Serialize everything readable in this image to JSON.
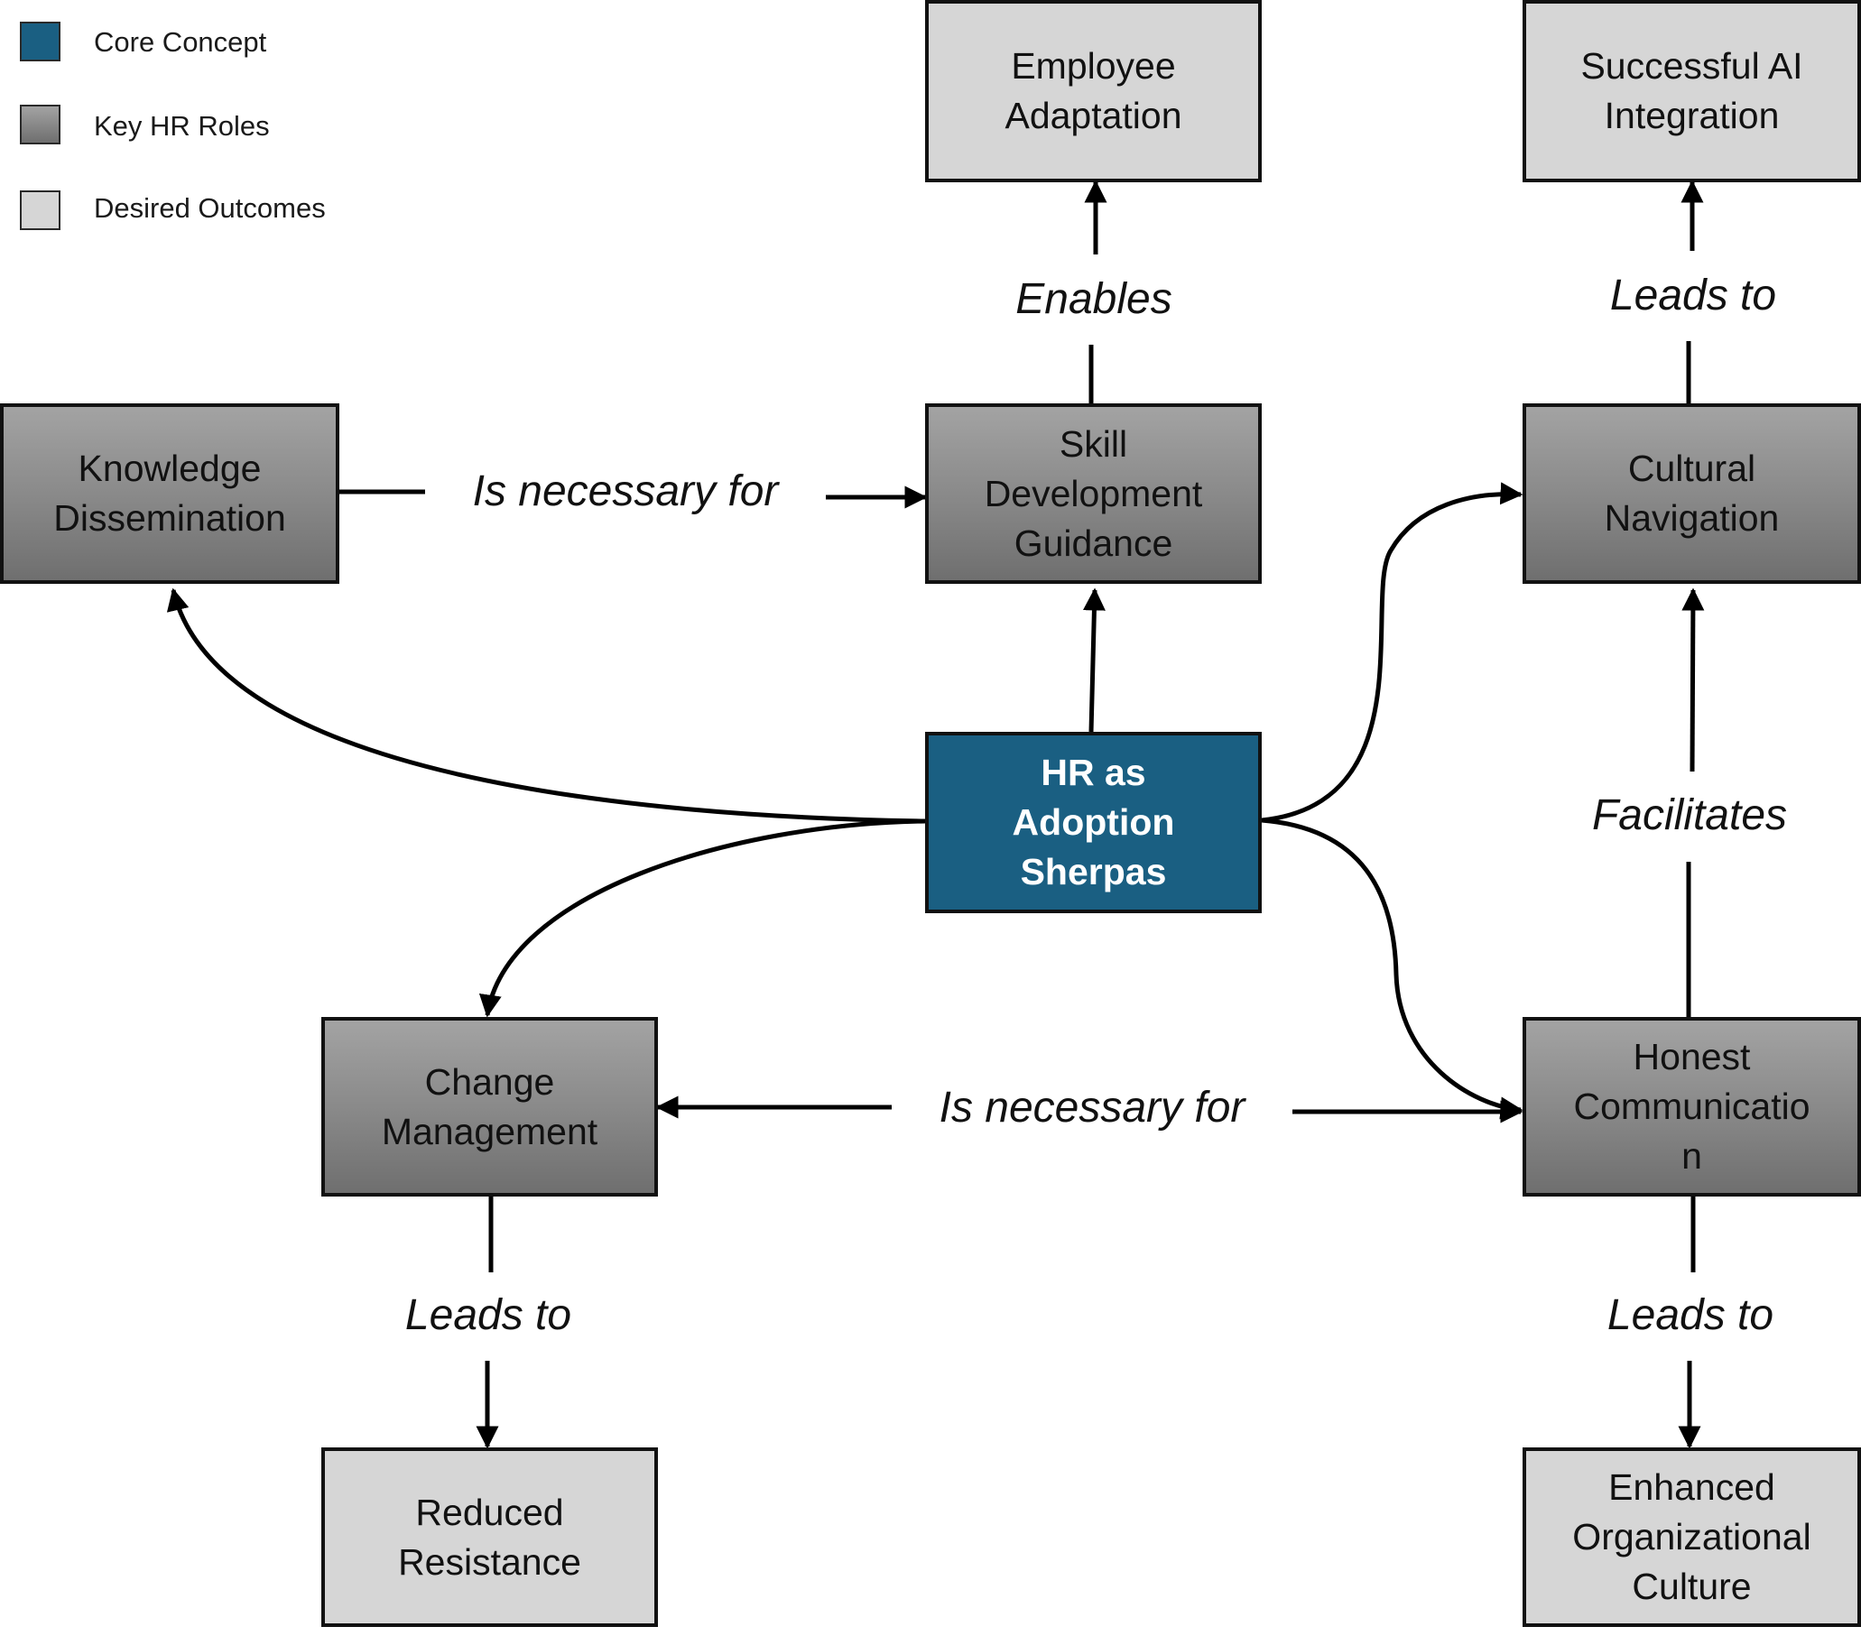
{
  "legend": [
    {
      "label": "Core Concept",
      "color": "#1a5f82"
    },
    {
      "label": "Key HR Roles",
      "color": "#8a8a8a"
    },
    {
      "label": "Desired Outcomes",
      "color": "#d6d6d6"
    }
  ],
  "nodes": {
    "core": {
      "label": "HR as\nAdoption\nSherpas"
    },
    "knowledge": {
      "label": "Knowledge\nDissemination"
    },
    "skill": {
      "label": "Skill\nDevelopment\nGuidance"
    },
    "cultural": {
      "label": "Cultural\nNavigation"
    },
    "change": {
      "label": "Change\nManagement"
    },
    "honest": {
      "label": "Honest\nCommunicatio\nn"
    },
    "employee": {
      "label": "Employee\nAdaptation"
    },
    "ai": {
      "label": "Successful AI\nIntegration"
    },
    "reduced": {
      "label": "Reduced\nResistance"
    },
    "culture": {
      "label": "Enhanced\nOrganizational\nCulture"
    }
  },
  "edge_labels": {
    "enables": "Enables",
    "leads_ai": "Leads to",
    "necessary_top": "Is necessary for",
    "facilitates": "Facilitates",
    "necessary_bottom": "Is necessary for",
    "leads_reduced": "Leads to",
    "leads_culture": "Leads to"
  }
}
